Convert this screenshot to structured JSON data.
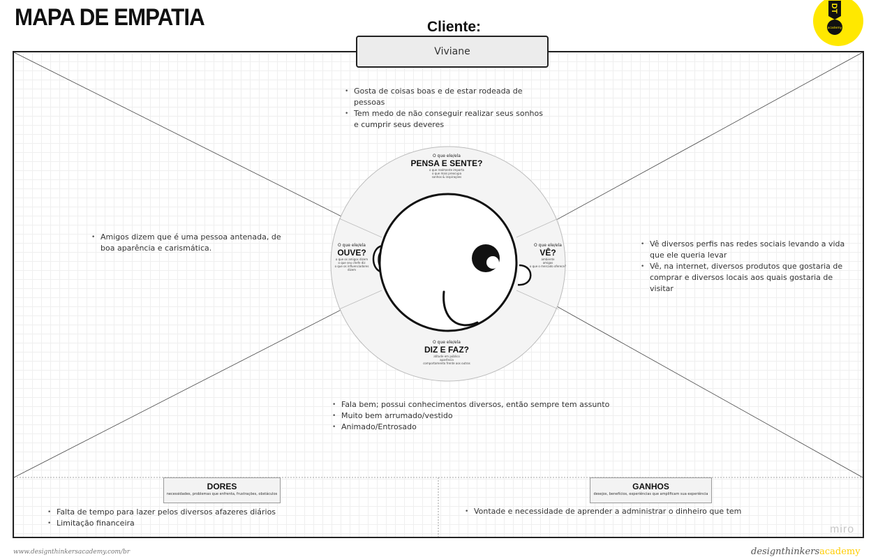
{
  "title": "MAPA DE EMPATIA",
  "client": {
    "label": "Cliente:",
    "name": "Viviane"
  },
  "logo": {
    "icon": "design-thinkers-academy-logo",
    "text": "academy",
    "color": "#ffe800"
  },
  "wheel": {
    "pensa": {
      "pre": "O que ele/ela",
      "main": "PENSA E SENTE?",
      "sub": [
        "o que realmente importa",
        "o que mais preocupa",
        "sonhos & inspirações"
      ]
    },
    "ouve": {
      "pre": "O que ele/ela",
      "main": "OUVE?",
      "sub": [
        "o que os amigos dizem",
        "o que seu chefe diz",
        "o que os influenciadores dizem"
      ]
    },
    "ve": {
      "pre": "O que ele/ela",
      "main": "VÊ?",
      "sub": [
        "ambiente",
        "amigos",
        "o que o mercado oferece?"
      ]
    },
    "diz": {
      "pre": "O que ele/ela",
      "main": "DIZ E FAZ?",
      "sub": [
        "atitude em público",
        "aparência",
        "comportamento frente aos outros"
      ]
    }
  },
  "sections": {
    "pensa": [
      "Gosta de coisas boas e de estar rodeada de pessoas",
      "Tem medo de não conseguir realizar seus sonhos e cumprir seus deveres"
    ],
    "ouve": [
      "Amigos dizem que é uma pessoa antenada, de boa aparência e carismática."
    ],
    "ve": [
      "Vê diversos perfis nas redes sociais levando a vida que ele queria levar",
      "Vê, na internet, diversos produtos que gostaria de comprar e diversos locais aos quais gostaria de visitar"
    ],
    "diz": [
      "Fala bem; possui conhecimentos diversos, então sempre tem assunto",
      "Muito bem arrumado/vestido",
      "Animado/Entrosado"
    ]
  },
  "dores": {
    "title": "DORES",
    "subtitle": "necessidades, problemas que enfrenta, frustrações, obstáculos",
    "items": [
      "Falta de tempo para lazer pelos diversos afazeres diários",
      "Limitação financeira"
    ]
  },
  "ganhos": {
    "title": "GANHOS",
    "subtitle": "desejos, benefícios, experiências que amplificam sua experiência",
    "items": [
      "Vontade e necessidade de aprender a administrar o dinheiro que tem"
    ]
  },
  "footer": {
    "url": "www.designthinkersacademy.com/br",
    "brand_a": "designthinkers",
    "brand_b": "academy",
    "watermark": "miro"
  },
  "colors": {
    "logo": "#ffe800",
    "accent": "#ffcc00"
  }
}
